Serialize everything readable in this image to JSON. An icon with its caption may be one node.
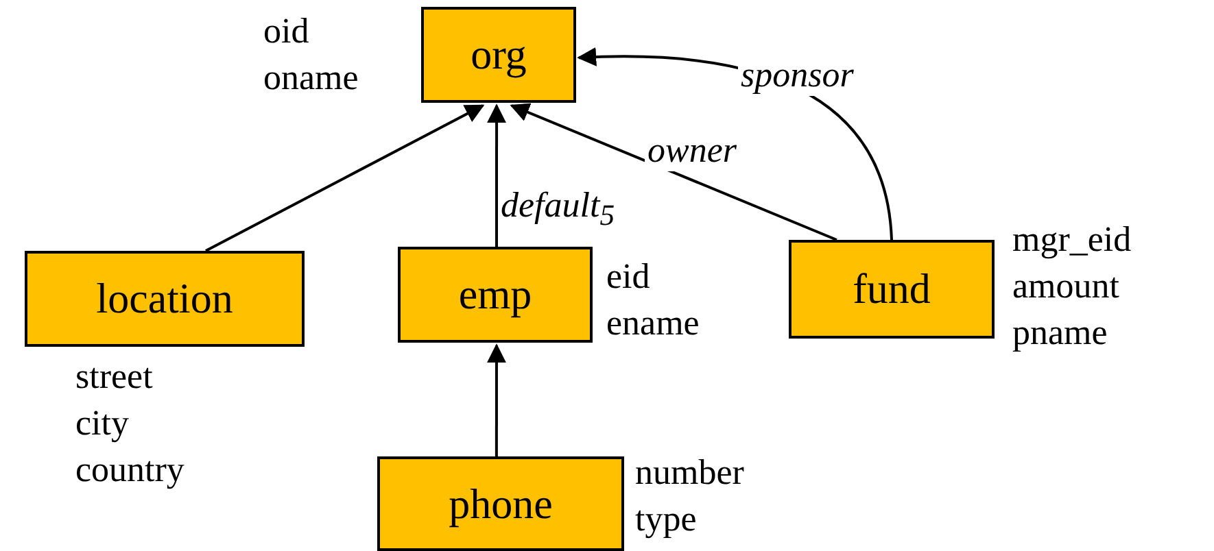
{
  "diagram": {
    "nodes": [
      {
        "text": [
          "org"
        ],
        "beside": [
          "oid",
          "oname"
        ]
      },
      {
        "text": [
          "location"
        ],
        "beside": [
          "street",
          "city",
          "country"
        ]
      },
      {
        "text": [
          "emp"
        ],
        "beside": [
          "eid",
          "ename"
        ]
      },
      {
        "text": [
          "fund"
        ],
        "beside": [
          "mgr_eid",
          "amount",
          "pname"
        ]
      },
      {
        "text": [
          "phone"
        ],
        "beside": [
          "number",
          "type"
        ]
      }
    ],
    "edges": [
      {
        "from": 1,
        "to": 0,
        "arrow": "to"
      },
      {
        "from": 2,
        "to": 0,
        "arrow": "to",
        "label": "default$_{5}$"
      },
      {
        "from": 3,
        "to": 0,
        "arrow": "to",
        "label": "owner"
      },
      {
        "from": 3,
        "to": 0,
        "arrow": "to",
        "label": "sponsor"
      },
      {
        "from": 4,
        "to": 2,
        "arrow": "to"
      }
    ]
  }
}
